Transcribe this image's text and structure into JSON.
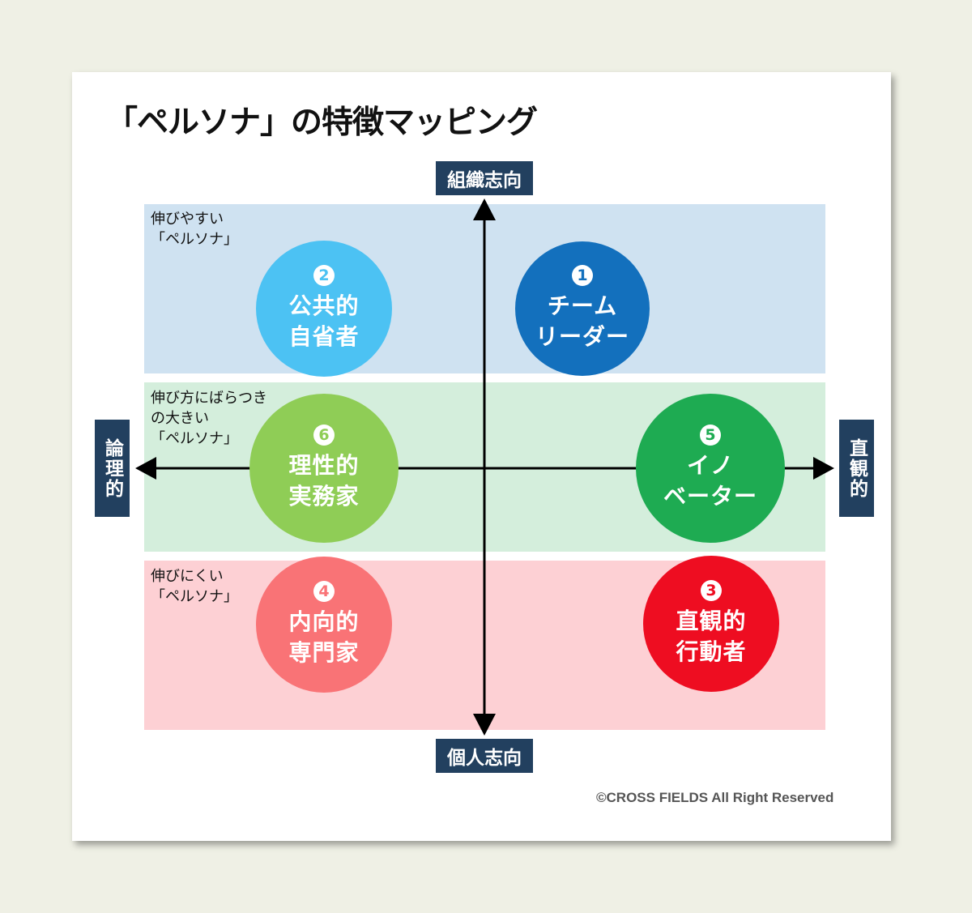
{
  "title": "「ペルソナ」の特徴マッピング",
  "axes": {
    "top": "組織志向",
    "bottom": "個人志向",
    "left": "論理的",
    "right": "直観的"
  },
  "bands": [
    {
      "label": "伸びやすい\n「ペルソナ」",
      "color": "#cfe2f1"
    },
    {
      "label": "伸び方にばらつき\nの大きい\n「ペルソナ」",
      "color": "#d4eedc"
    },
    {
      "label": "伸びにくい\n「ペルソナ」",
      "color": "#fdd0d4"
    }
  ],
  "personas": [
    {
      "number": "1",
      "name": "チーム\nリーダー",
      "color": "#1370bd"
    },
    {
      "number": "2",
      "name": "公共的\n自省者",
      "color": "#4cc2f3"
    },
    {
      "number": "3",
      "name": "直観的\n行動者",
      "color": "#ee0d21"
    },
    {
      "number": "4",
      "name": "内向的\n専門家",
      "color": "#f97376"
    },
    {
      "number": "5",
      "name": "イノ\nベーター",
      "color": "#1eab52"
    },
    {
      "number": "6",
      "name": "理性的\n実務家",
      "color": "#8fcd56"
    }
  ],
  "copyright": "©CROSS FIELDS All Right Reserved"
}
